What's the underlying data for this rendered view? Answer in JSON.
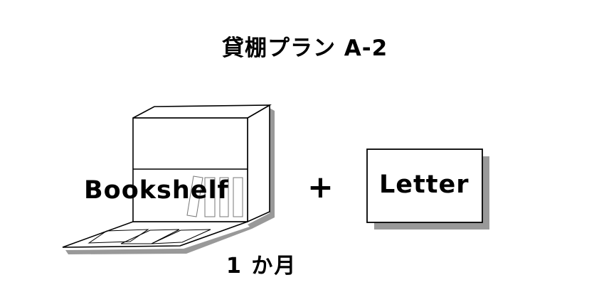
{
  "title": "貸棚プラン A-2",
  "bookshelf": {
    "label": "Bookshelf"
  },
  "operator": {
    "symbol": "+"
  },
  "letter": {
    "label": "Letter"
  },
  "duration": {
    "label": "1 か月"
  },
  "colors": {
    "stroke": "#000000",
    "shadow": "#999999",
    "fill": "#ffffff",
    "book_stroke": "#777777"
  }
}
